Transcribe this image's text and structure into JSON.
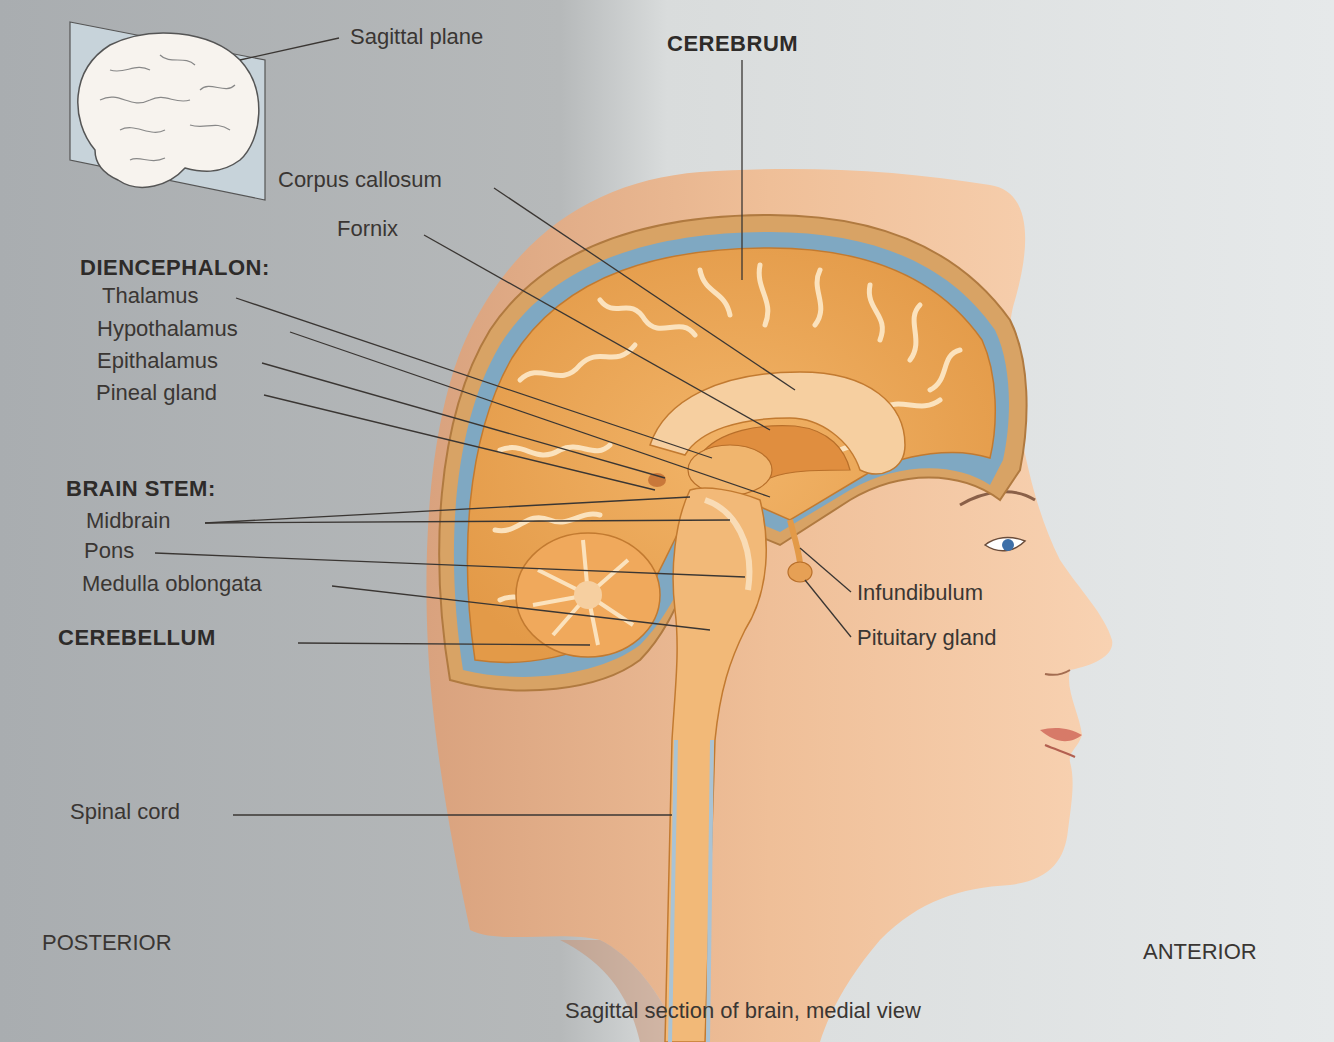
{
  "diagram": {
    "caption": "Sagittal section of brain, medial view",
    "labels": [
      "Sagittal plane",
      "CEREBRUM",
      "Corpus callosum",
      "Fornix",
      "DIENCEPHALON:",
      "Thalamus",
      "Hypothalamus",
      "Epithalamus",
      "Pineal gland",
      "BRAIN STEM:",
      "Midbrain",
      "Pons",
      "Medulla oblongata",
      "CEREBELLUM",
      "Infundibulum",
      "Pituitary gland",
      "Spinal cord",
      "POSTERIOR",
      "ANTERIOR"
    ]
  }
}
